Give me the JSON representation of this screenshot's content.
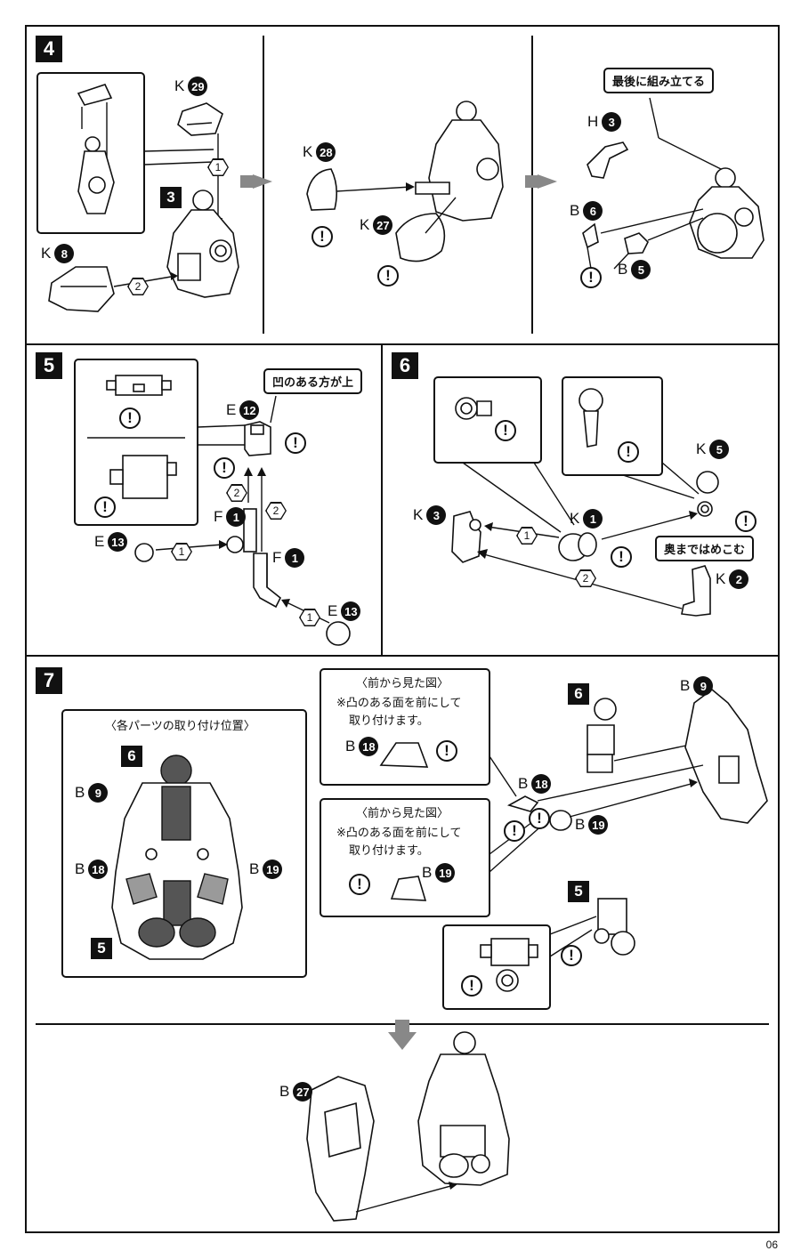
{
  "steps": {
    "s4": "4",
    "s5": "5",
    "s6": "6",
    "s7": "7"
  },
  "step4": {
    "k29": "K",
    "k29n": "29",
    "sub3": "3",
    "k8": "K",
    "k8n": "8",
    "k28": "K",
    "k28n": "28",
    "k27": "K",
    "k27n": "27",
    "h3": "H",
    "h3n": "3",
    "b6": "B",
    "b6n": "6",
    "b5": "B",
    "b5n": "5",
    "callout": "最後に組み立てる",
    "o1": "1",
    "o2": "2"
  },
  "step5": {
    "callout": "凹のある方が上",
    "e12": "E",
    "e12n": "12",
    "f1a": "F",
    "f1an": "1",
    "f1b": "F",
    "f1bn": "1",
    "e13a": "E",
    "e13an": "13",
    "e13b": "E",
    "e13bn": "13",
    "o1": "1",
    "o2": "2"
  },
  "step6": {
    "k5": "K",
    "k5n": "5",
    "k3": "K",
    "k3n": "3",
    "k1": "K",
    "k1n": "1",
    "k2": "K",
    "k2n": "2",
    "callout": "奥まではめこむ",
    "o1": "1",
    "o2": "2"
  },
  "step7": {
    "pos_title": "〈各パーツの取り付け位置〉",
    "sub6": "6",
    "sub5": "5",
    "b9": "B",
    "b9n": "9",
    "b18": "B",
    "b18n": "18",
    "b19": "B",
    "b19n": "19",
    "front_title_a": "〈前から見た図〉",
    "front_note_a1": "※凸のある面を前にして",
    "front_note_a2": "取り付けます。",
    "front_title_b": "〈前から見た図〉",
    "front_note_b1": "※凸のある面を前にして",
    "front_note_b2": "取り付けます。",
    "b27": "B",
    "b27n": "27"
  },
  "page_number": "06",
  "warning_symbol": "!"
}
